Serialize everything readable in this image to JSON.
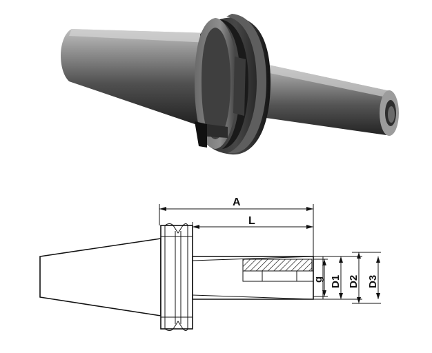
{
  "dimension_labels": {
    "A": "A",
    "L": "L",
    "g": "g",
    "D1": "D1",
    "D2": "D2",
    "D3": "D3"
  }
}
